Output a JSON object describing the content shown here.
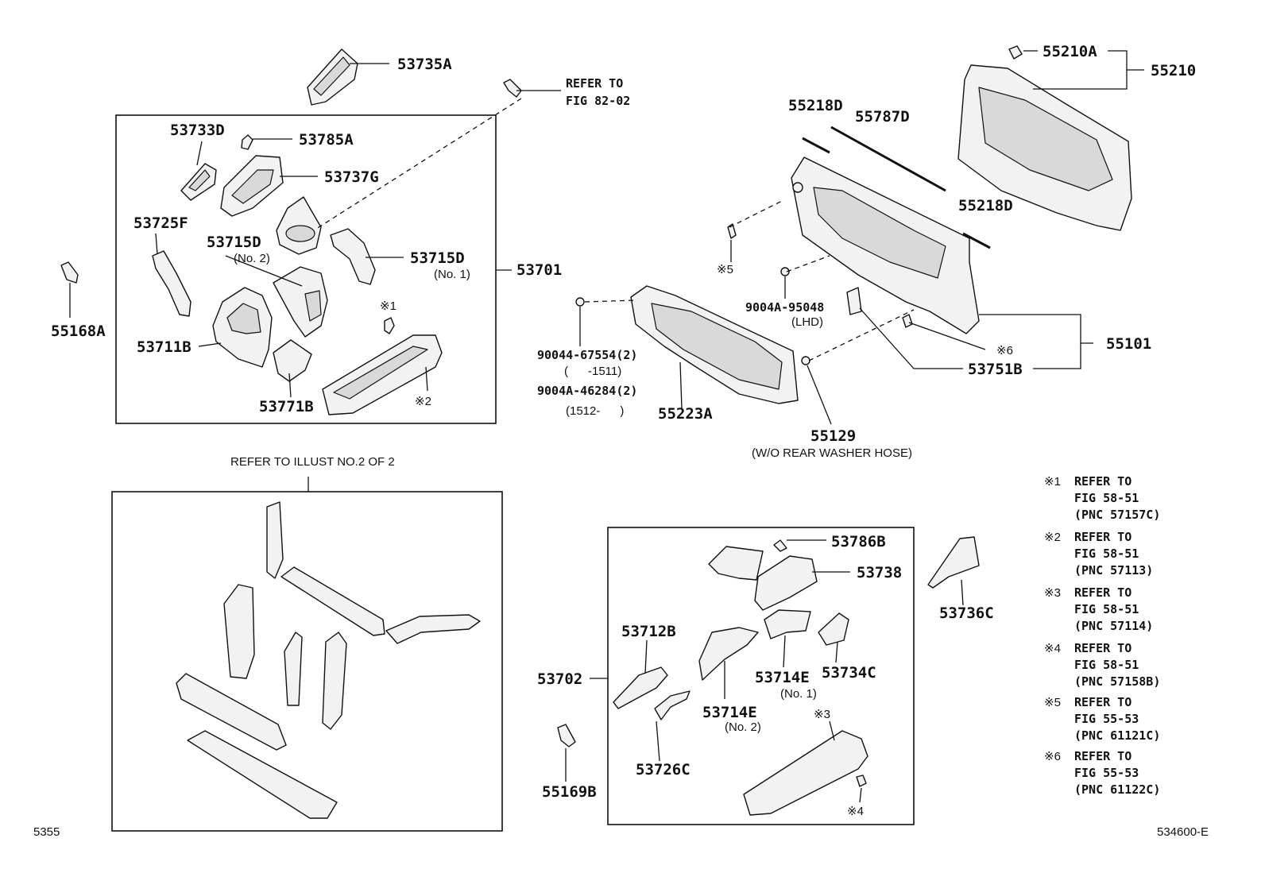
{
  "diagram": {
    "refer_illust": "REFER TO ILLUST NO.2 OF 2",
    "refer_fig_line1": "REFER TO",
    "refer_fig_line2": "FIG 82-02",
    "page_left": "5355",
    "page_right": "534600-E",
    "labels": {
      "p53735A": "53735A",
      "p53733D": "53733D",
      "p53785A": "53785A",
      "p53737G": "53737G",
      "p53725F": "53725F",
      "p53715D_no2": "53715D",
      "p53715D_no2_sub": "(No. 2)",
      "p53715D_no1": "53715D",
      "p53715D_no1_sub": "(No. 1)",
      "p53701": "53701",
      "p55168A": "55168A",
      "p53711B": "53711B",
      "p53771B": "53771B",
      "ref1_small": "※1",
      "ref2_small": "※2",
      "p55218D_a": "55218D",
      "p55787D": "55787D",
      "p55218D_b": "55218D",
      "p55210A": "55210A",
      "p55210": "55210",
      "ref5_small": "※5",
      "p9004A_95048": "9004A-95048",
      "p9004A_95048_sub": "(LHD)",
      "ref6_small": "※6",
      "p55101": "55101",
      "p53751B": "53751B",
      "p90044_67554": "90044-67554(2)",
      "p90044_67554_sub": "(      -1511)",
      "p9004A_46284": "9004A-46284(2)",
      "p9004A_46284_sub": "(1512-      )",
      "p55223A": "55223A",
      "p55129": "55129",
      "p55129_sub": "(W/O REAR WASHER HOSE)",
      "p53786B": "53786B",
      "p53738": "53738",
      "p53736C": "53736C",
      "p53712B": "53712B",
      "p53702": "53702",
      "p53714E_no1": "53714E",
      "p53714E_no1_sub": "(No. 1)",
      "p53734C": "53734C",
      "p53714E_no2": "53714E",
      "p53714E_no2_sub": "(No. 2)",
      "ref3_small": "※3",
      "p53726C": "53726C",
      "p55169B": "55169B",
      "ref4_small": "※4"
    },
    "notes": [
      {
        "mark": "※1",
        "line1": "REFER TO",
        "line2": "FIG 58-51",
        "line3": "(PNC 57157C)"
      },
      {
        "mark": "※2",
        "line1": "REFER TO",
        "line2": "FIG 58-51",
        "line3": "(PNC 57113)"
      },
      {
        "mark": "※3",
        "line1": "REFER TO",
        "line2": "FIG 58-51",
        "line3": "(PNC 57114)"
      },
      {
        "mark": "※4",
        "line1": "REFER TO",
        "line2": "FIG 58-51",
        "line3": "(PNC 57158B)"
      },
      {
        "mark": "※5",
        "line1": "REFER TO",
        "line2": "FIG 55-53",
        "line3": "(PNC 61121C)"
      },
      {
        "mark": "※6",
        "line1": "REFER TO",
        "line2": "FIG 55-53",
        "line3": "(PNC 61122C)"
      }
    ]
  }
}
